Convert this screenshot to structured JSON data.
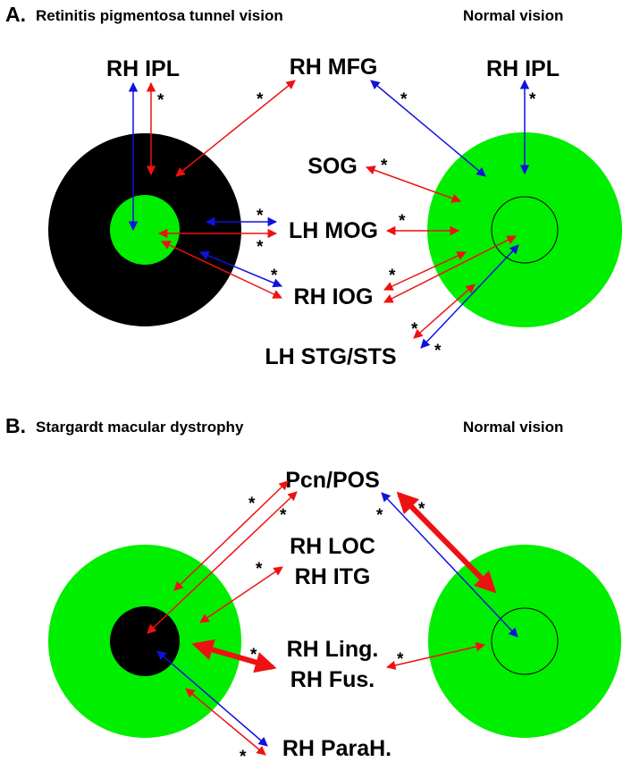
{
  "colors": {
    "green": "#00ee00",
    "black": "#000000",
    "red": "#ee1111",
    "blue": "#1111dd"
  },
  "panel_a": {
    "letter": "A.",
    "left_title": "Retinitis pigmentosa tunnel vision",
    "right_title": "Normal vision",
    "regions": {
      "rh_ipl_left": "RH IPL",
      "rh_mfg": "RH MFG",
      "rh_ipl_right": "RH IPL",
      "sog": "SOG",
      "lh_mog": "LH MOG",
      "rh_iog": "RH IOG",
      "lh_stg_sts": "LH STG/STS"
    }
  },
  "panel_b": {
    "letter": "B.",
    "left_title": "Stargardt macular dystrophy",
    "right_title": "Normal vision",
    "regions": {
      "pcn_pos": "Pcn/POS",
      "rh_loc": "RH LOC",
      "rh_itg": "RH ITG",
      "rh_ling": "RH Ling.",
      "rh_fus": "RH Fus.",
      "rh_parah": "RH ParaH."
    }
  },
  "significance_marker": "*"
}
